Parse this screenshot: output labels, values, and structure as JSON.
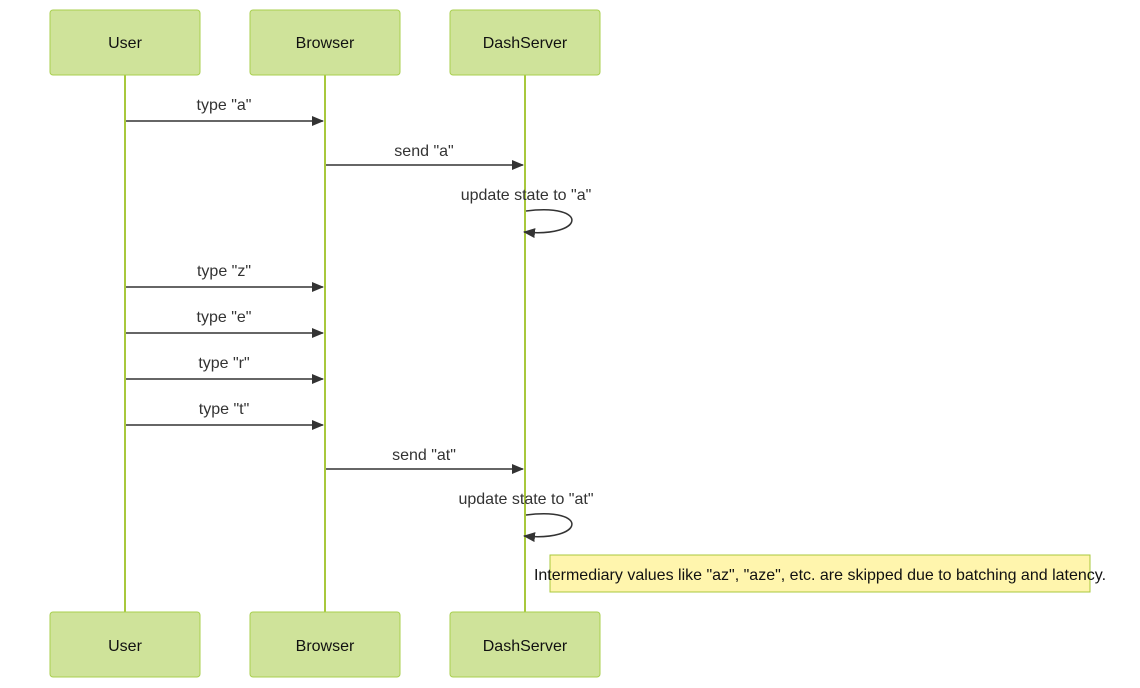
{
  "diagram": {
    "type": "sequence",
    "actors": [
      {
        "id": "user",
        "label": "User"
      },
      {
        "id": "browser",
        "label": "Browser"
      },
      {
        "id": "dashserver",
        "label": "DashServer"
      }
    ],
    "messages": [
      {
        "from": "user",
        "to": "browser",
        "label": "type \"a\""
      },
      {
        "from": "browser",
        "to": "dashserver",
        "label": "send \"a\""
      },
      {
        "from": "dashserver",
        "to": "dashserver",
        "label": "update state to \"a\""
      },
      {
        "from": "user",
        "to": "browser",
        "label": "type \"z\""
      },
      {
        "from": "user",
        "to": "browser",
        "label": "type \"e\""
      },
      {
        "from": "user",
        "to": "browser",
        "label": "type \"r\""
      },
      {
        "from": "user",
        "to": "browser",
        "label": "type \"t\""
      },
      {
        "from": "browser",
        "to": "dashserver",
        "label": "send \"at\""
      },
      {
        "from": "dashserver",
        "to": "dashserver",
        "label": "update state to \"at\""
      }
    ],
    "note": {
      "over": "dashserver",
      "text": "Intermediary values like \"az\", \"aze\", etc. are skipped due to batching and latency."
    }
  },
  "colors": {
    "actor_fill": "#cfe39a",
    "actor_stroke": "#a8cf4e",
    "lifeline": "#a8c83c",
    "arrow": "#333333",
    "note_fill": "#fff5ad"
  }
}
